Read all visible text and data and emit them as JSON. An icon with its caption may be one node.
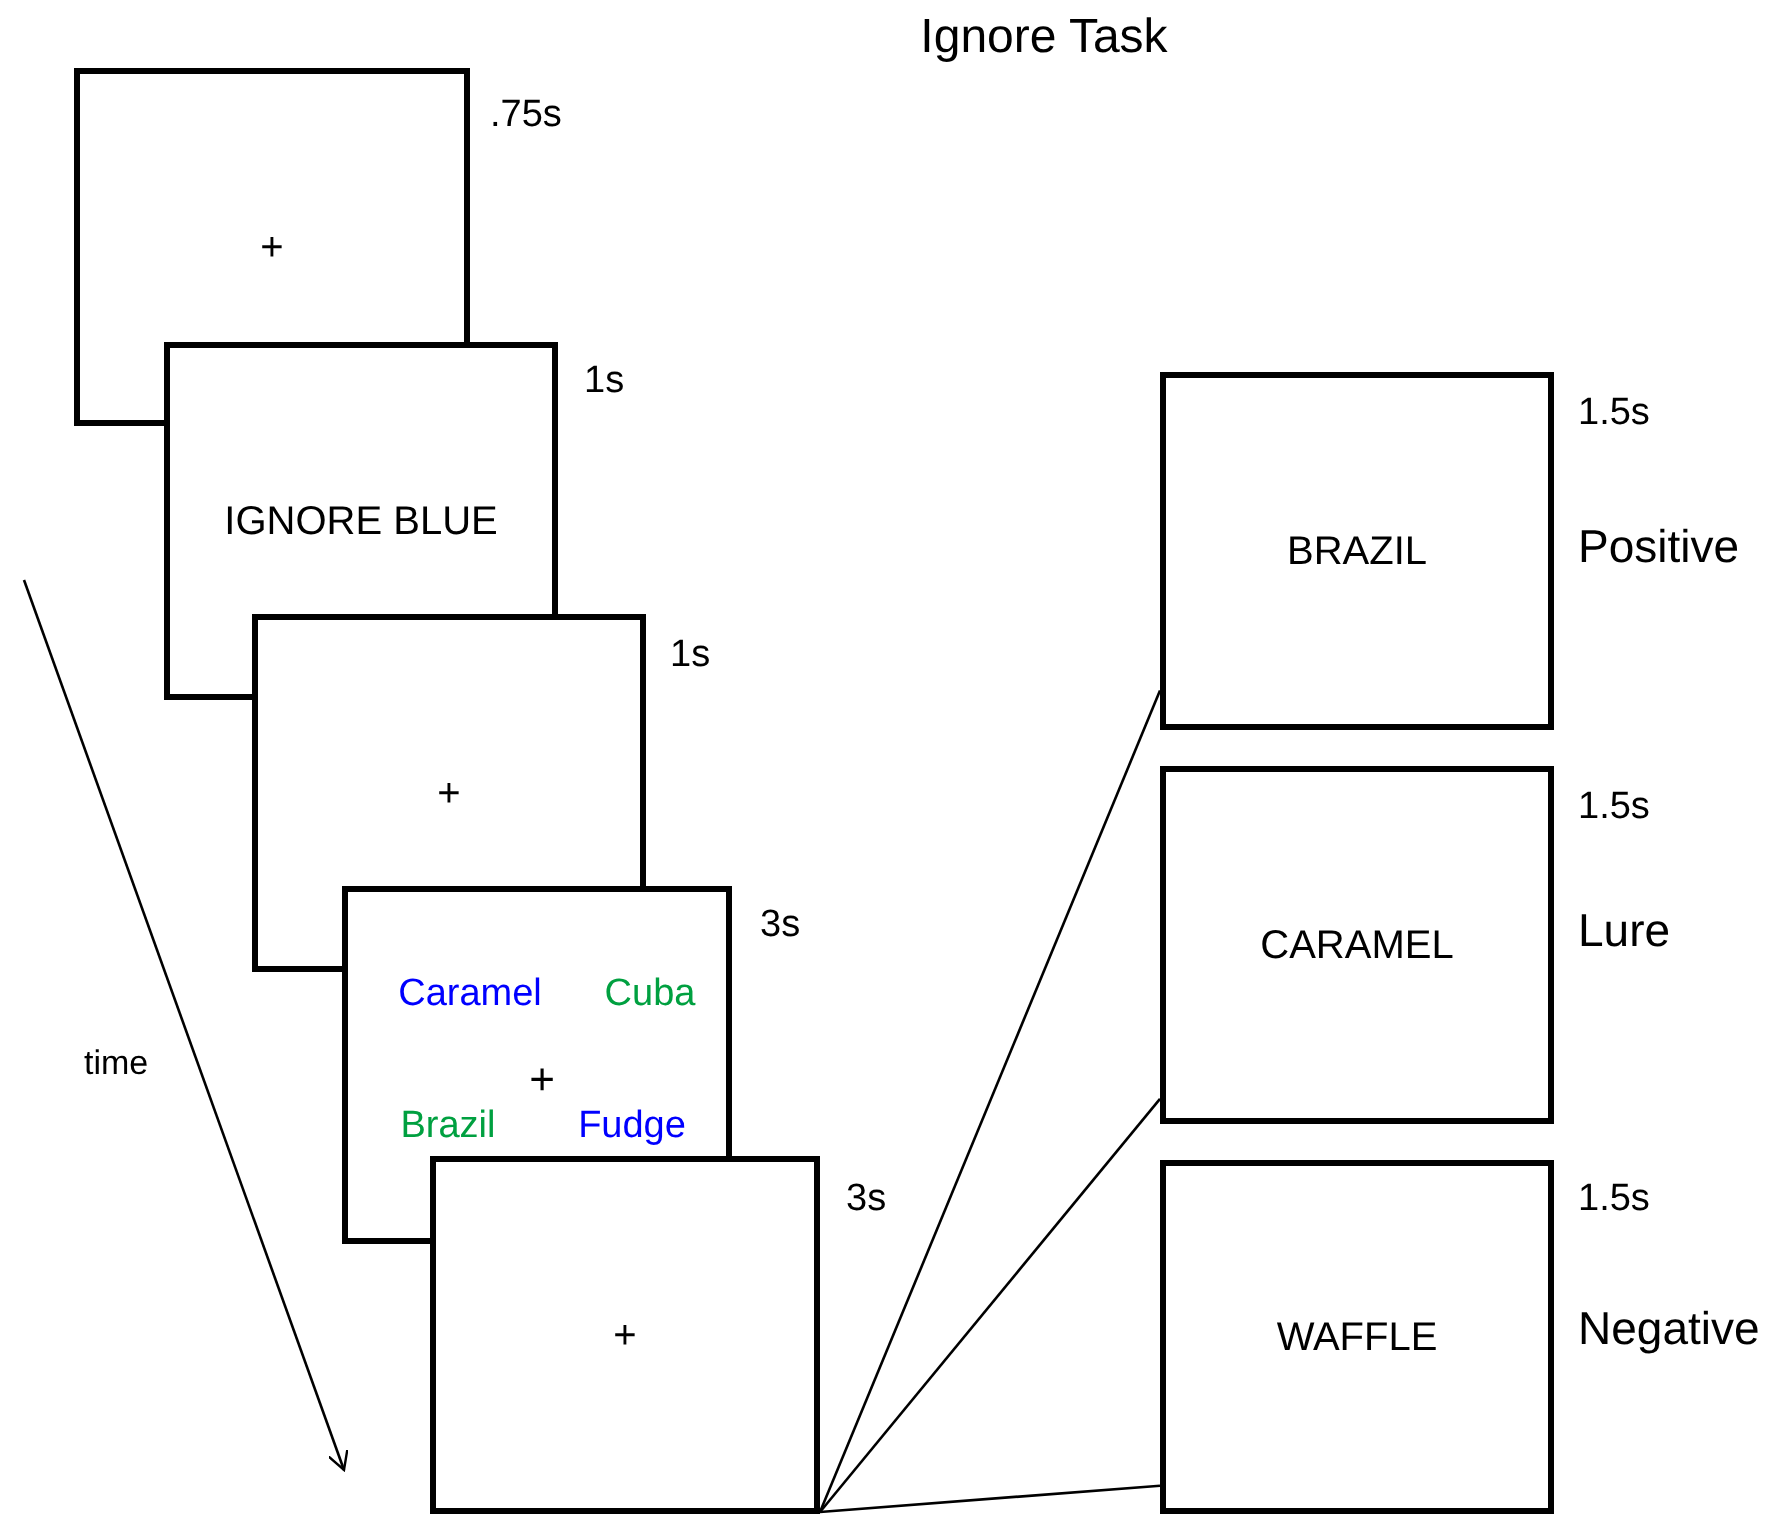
{
  "diagram": {
    "title": "Ignore Task",
    "nodes": [
      {
        "text": [
          "+"
        ],
        "beside": [
          ".75s"
        ]
      },
      {
        "text": [
          "IGNORE BLUE"
        ],
        "beside": [
          "1s"
        ]
      },
      {
        "text": [
          "+"
        ],
        "beside": [
          "1s"
        ]
      },
      {
        "text": [
          "Caramel",
          "Cuba",
          "+",
          "Brazil",
          "Fudge"
        ],
        "beside": [
          "3s"
        ]
      },
      {
        "text": [
          "+"
        ],
        "beside": [
          "3s"
        ]
      },
      {
        "text": [
          "BRAZIL"
        ],
        "beside": [
          "1.5s",
          "Positive"
        ]
      },
      {
        "text": [
          "CARAMEL"
        ],
        "beside": [
          "1.5s",
          "Lure"
        ]
      },
      {
        "text": [
          "WAFFLE"
        ],
        "beside": [
          "1.5s",
          "Negative"
        ]
      }
    ],
    "edges": [
      {
        "from": 4,
        "to": 5,
        "arrow": "none"
      },
      {
        "from": 4,
        "to": 6,
        "arrow": "none"
      },
      {
        "from": 4,
        "to": 7,
        "arrow": "none"
      }
    ],
    "labels": [
      "time"
    ]
  }
}
